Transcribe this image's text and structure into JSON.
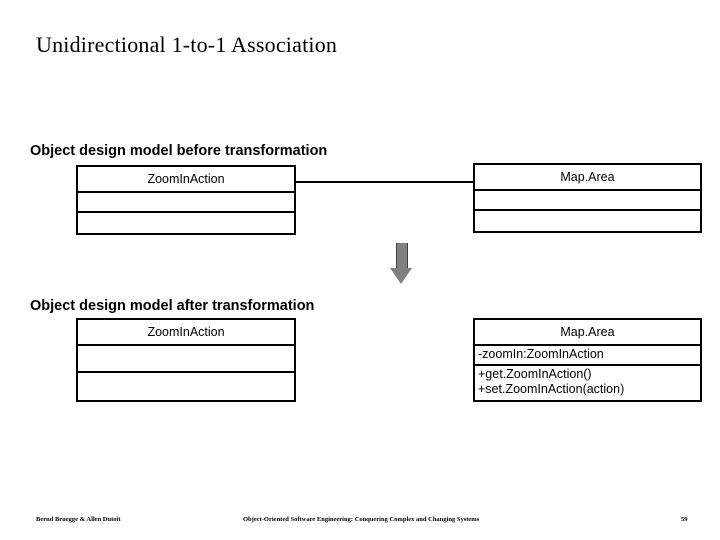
{
  "slide": {
    "title": "Unidirectional 1-to-1 Association",
    "sections": {
      "before_label": "Object design model before transformation",
      "after_label": "Object design model after transformation"
    },
    "before": {
      "left_class": {
        "name": "ZoomInAction",
        "attributes": "",
        "operations": ""
      },
      "right_class": {
        "name": "Map.Area",
        "attributes": "",
        "operations": ""
      }
    },
    "after": {
      "left_class": {
        "name": "ZoomInAction",
        "attributes": "",
        "operations": ""
      },
      "right_class": {
        "name": "Map.Area",
        "attributes": "-zoomIn:ZoomInAction",
        "operations": "+get.ZoomInAction()\n+set.ZoomInAction(action)"
      }
    },
    "arrow": {
      "name": "transformation-arrow",
      "color": "#808080"
    }
  },
  "footer": {
    "left": "Bernd Bruegge & Allen Dutoit",
    "center": "Object-Oriented Software Engineering: Conquering Complex and Changing Systems",
    "page": "59"
  }
}
